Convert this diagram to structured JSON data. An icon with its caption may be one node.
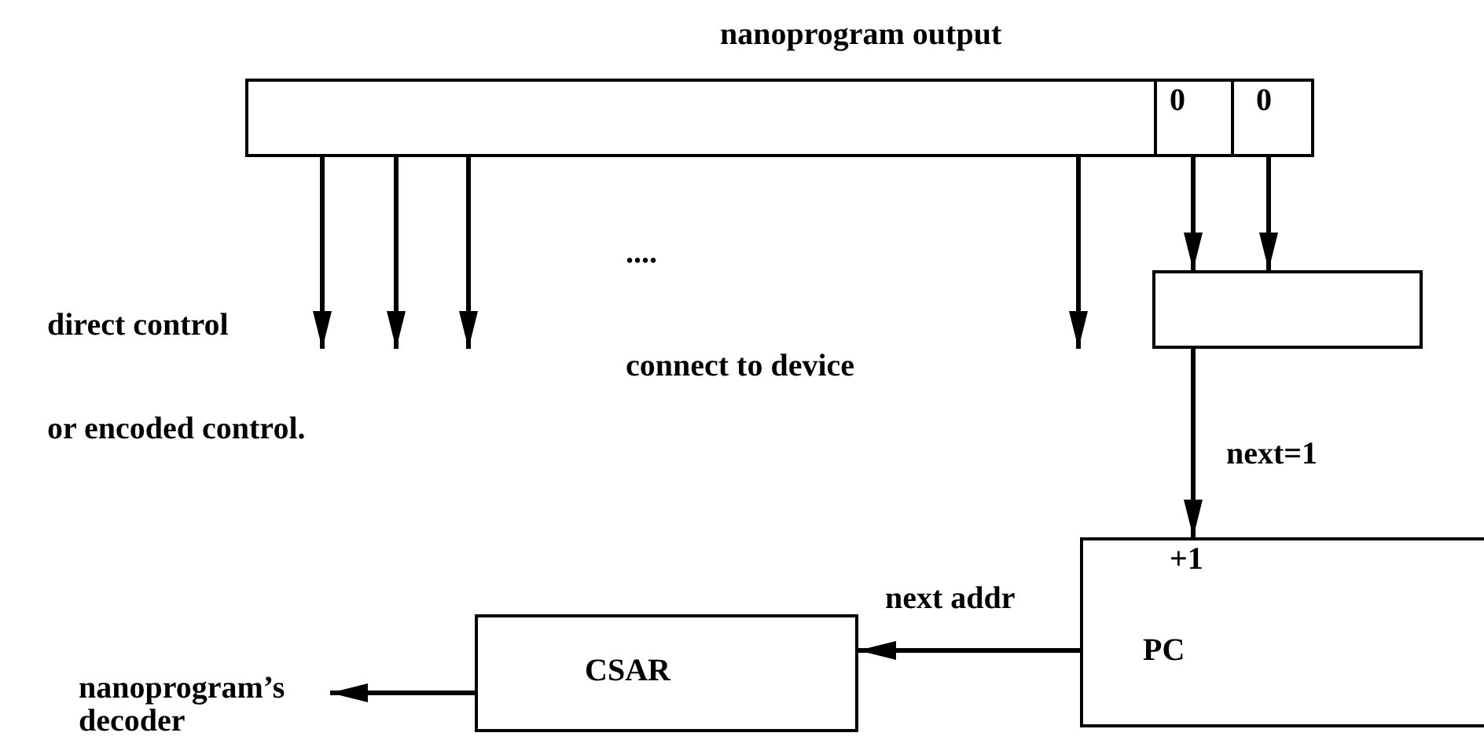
{
  "diagram": {
    "nodes": [
      {
        "text": [
          "nanoprogram output"
        ]
      },
      {
        "text": [
          "0"
        ],
        "in": 0
      },
      {
        "text": [
          "0"
        ],
        "in": 0
      },
      {
        "text": [],
        "shape": "box"
      },
      {
        "text": [
          "+1",
          "PC"
        ]
      },
      {
        "text": [
          "CSAR"
        ]
      },
      {
        "text": [
          "nanoprogram’s decoder"
        ]
      }
    ],
    "edges": [
      {
        "from": 0,
        "to": null,
        "arrow": "to"
      },
      {
        "from": 0,
        "to": null,
        "arrow": "to"
      },
      {
        "from": 0,
        "to": null,
        "arrow": "to"
      },
      {
        "from": 0,
        "to": null,
        "arrow": "to"
      },
      {
        "from": 1,
        "to": 3,
        "arrow": "to"
      },
      {
        "from": 2,
        "to": 3,
        "arrow": "to"
      },
      {
        "from": 3,
        "to": 4,
        "arrow": "to",
        "label": "next=1"
      },
      {
        "from": 4,
        "to": 5,
        "arrow": "to",
        "label": "next addr"
      },
      {
        "from": 5,
        "to": 6,
        "arrow": "to"
      }
    ],
    "labels": [
      "....",
      "direct control",
      "connect to device",
      "or encoded control."
    ]
  }
}
